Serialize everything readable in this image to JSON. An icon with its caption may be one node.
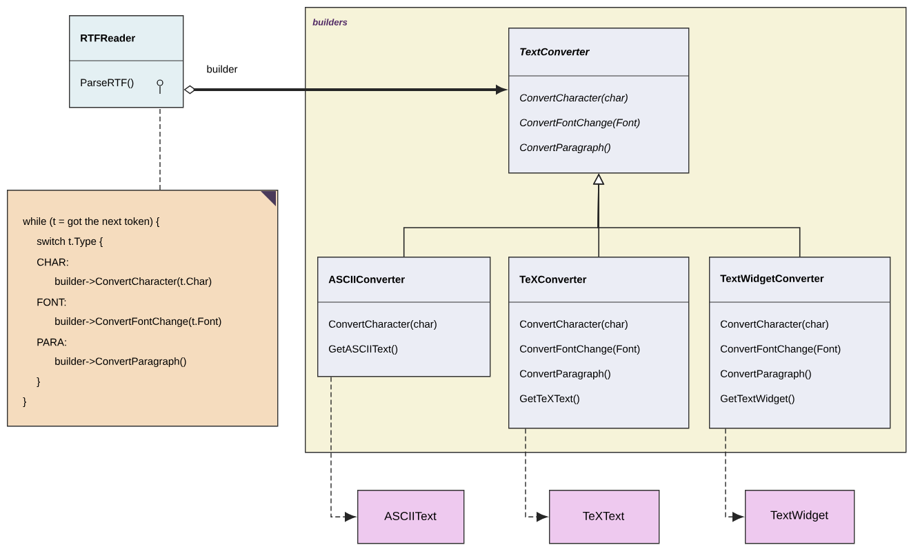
{
  "diagram": {
    "nodes": [
      {
        "text": [
          "RTFReader",
          "ParseRTF()"
        ]
      },
      {
        "text": [
          "while (t = got the next token) {",
          "switch t.Type {",
          "CHAR:",
          "builder->ConvertCharacter(t.Char)",
          "FONT:",
          "builder->ConvertFontChange(t.Font)",
          "PARA:",
          "builder->ConvertParagraph()",
          "}",
          "}"
        ]
      },
      {
        "text": [
          "builders"
        ]
      },
      {
        "text": [
          "TextConverter",
          "ConvertCharacter(char)",
          "ConvertFontChange(Font)",
          "ConvertParagraph()"
        ],
        "in": 2
      },
      {
        "text": [
          "ASCIIConverter",
          "ConvertCharacter(char)",
          "GetASCIIText()"
        ],
        "in": 2
      },
      {
        "text": [
          "TeXConverter",
          "ConvertCharacter(char)",
          "ConvertFontChange(Font)",
          "ConvertParagraph()",
          "GetTeXText()"
        ],
        "in": 2
      },
      {
        "text": [
          "TextWidgetConverter",
          "ConvertCharacter(char)",
          "ConvertFontChange(Font)",
          "ConvertParagraph()",
          "GetTextWidget()"
        ],
        "in": 2
      },
      {
        "text": [
          "ASCIIText"
        ]
      },
      {
        "text": [
          "TeXText"
        ]
      },
      {
        "text": [
          "TextWidget"
        ]
      }
    ],
    "edges": [
      {
        "from": 0,
        "to": 3,
        "arrow": "to",
        "label": "builder",
        "style": "thick"
      },
      {
        "from": 1,
        "to": 0,
        "arrow": "none",
        "style": "dashed"
      },
      {
        "from": 4,
        "to": 3,
        "arrow": "to"
      },
      {
        "from": 5,
        "to": 3,
        "arrow": "to"
      },
      {
        "from": 6,
        "to": 3,
        "arrow": "to"
      },
      {
        "from": 4,
        "to": 7,
        "arrow": "to",
        "style": "dashed"
      },
      {
        "from": 5,
        "to": 8,
        "arrow": "to",
        "style": "dashed"
      },
      {
        "from": 6,
        "to": 9,
        "arrow": "to",
        "style": "dashed"
      }
    ]
  }
}
